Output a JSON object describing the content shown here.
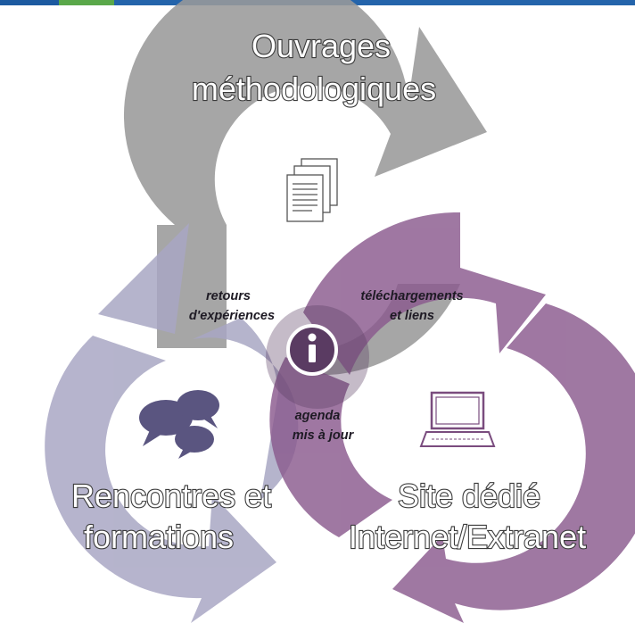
{
  "colors": {
    "top_bar_blue": "#1c5aa0",
    "top_bar_green": "#5aa84a",
    "top_arrow": "#9a9a9a",
    "left_arrow": "#a9a7c4",
    "right_arrow": "#8a5a8e",
    "overlap_center": "#5a3b62",
    "icon_bubbles": "#5a5580",
    "icon_laptop": "#7a4c7e"
  },
  "icons": {
    "top": "documents-icon",
    "center": "info-icon",
    "left": "speech-bubbles-icon",
    "right": "laptop-icon"
  },
  "cycles": {
    "top": {
      "line1": "Ouvrages",
      "line2": "méthodologiques"
    },
    "left": {
      "line1": "Rencontres et",
      "line2": "formations"
    },
    "right": {
      "line1": "Site dédié",
      "line2": "Internet/Extranet"
    }
  },
  "links": {
    "top_left": {
      "line1": "retours",
      "line2": "d'expériences"
    },
    "top_right": {
      "line1": "téléchargements",
      "line2": "et liens"
    },
    "left_right": {
      "line1": "agenda",
      "line2": "mis à jour"
    }
  }
}
